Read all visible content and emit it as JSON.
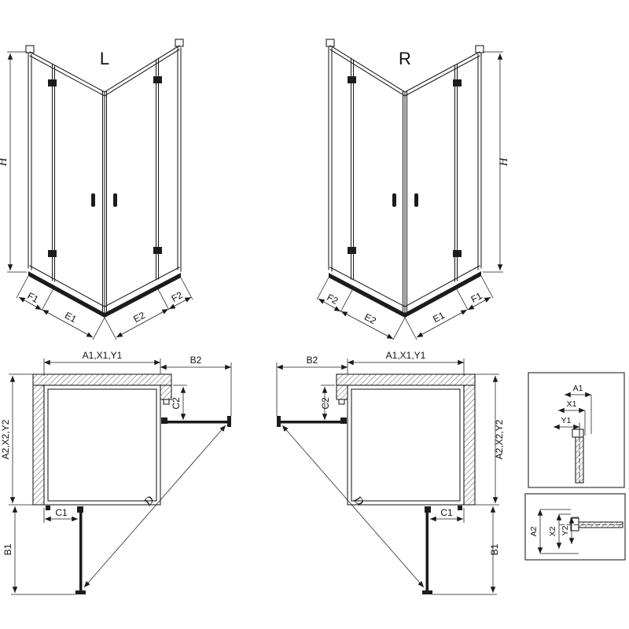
{
  "page": {
    "background": "#ffffff",
    "line_color": "#1a1a1a"
  },
  "iso_left": {
    "title": "L",
    "dim_h": "H",
    "dim_f1": "F1",
    "dim_e1": "E1",
    "dim_e2": "E2",
    "dim_f2": "F2"
  },
  "iso_right": {
    "title": "R",
    "dim_h": "H",
    "dim_f1": "F1",
    "dim_e1": "E1",
    "dim_e2": "E2",
    "dim_f2": "F2"
  },
  "plan_left": {
    "dim_top": "A1,X1,Y1",
    "dim_b2": "B2",
    "dim_c2": "C2",
    "dim_side": "A2,X2,Y2",
    "dim_c1": "C1",
    "dim_b1": "B1",
    "dim_d": "D"
  },
  "plan_right": {
    "dim_top": "A1,X1,Y1",
    "dim_b2": "B2",
    "dim_c2": "C2",
    "dim_side": "A2,X2,Y2",
    "dim_c1": "C1",
    "dim_b1": "B1",
    "dim_d": "D"
  },
  "detail_top": {
    "dim_a1": "A1",
    "dim_x1": "X1",
    "dim_y1": "Y1"
  },
  "detail_bottom": {
    "dim_a2": "A2",
    "dim_x2": "X2",
    "dim_y2": "Y2"
  }
}
